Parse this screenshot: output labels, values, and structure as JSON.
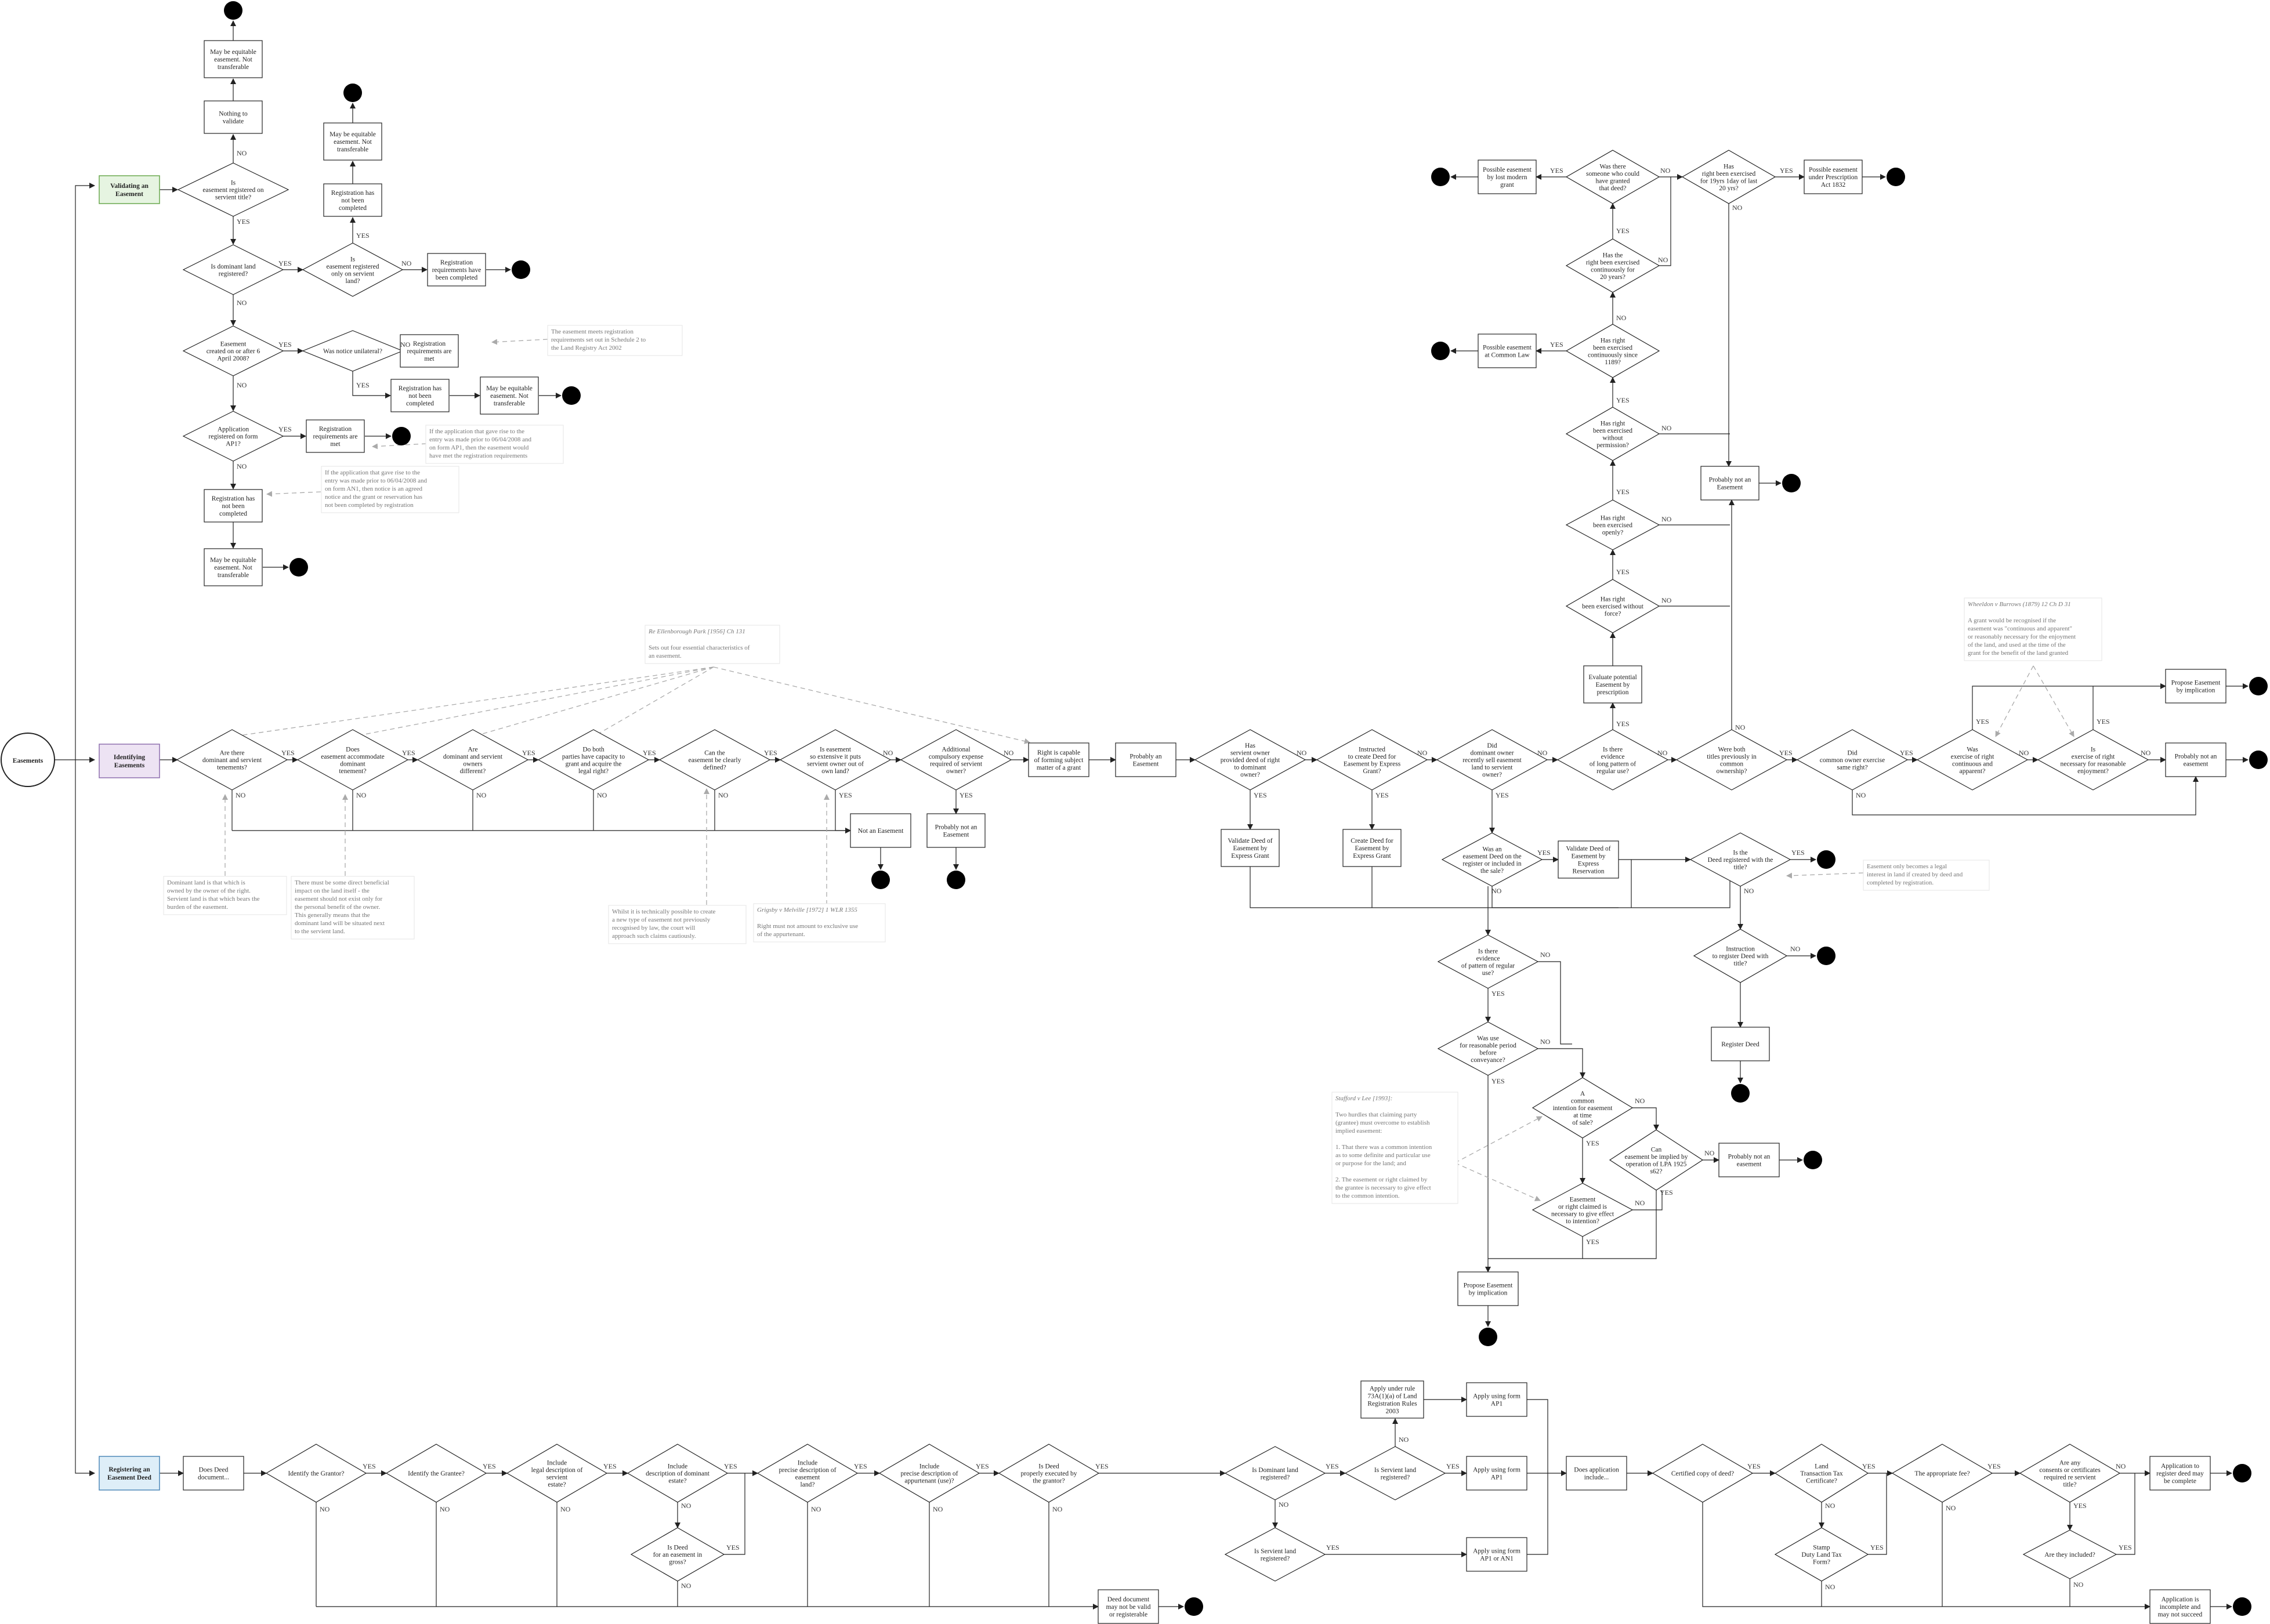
{
  "colors": {
    "stroke": "#222222",
    "validating_fill": "#e6f4e1",
    "validating_stroke": "#6aa84f",
    "identifying_fill": "#ede3f3",
    "identifying_stroke": "#8e6fae",
    "registering_fill": "#deeef8",
    "registering_stroke": "#4f89b8",
    "note_text": "#777777",
    "dashed": "#aaaaaa"
  },
  "root": {
    "label": "Easements"
  },
  "sections": {
    "validating": {
      "label": [
        "Validating an",
        "Easement"
      ]
    },
    "identifying": {
      "label": [
        "Identifying",
        "Easements"
      ]
    },
    "registering": {
      "label": [
        "Registering an",
        "Easement Deed"
      ]
    }
  },
  "validating_nodes": {
    "v_q_registered": [
      "Is",
      "easement registered on",
      "servient title?"
    ],
    "v_nothing_validate": [
      "Nothing to",
      "validate"
    ],
    "v_equitable_top": [
      "May be equitable",
      "easement. Not",
      "transferable"
    ],
    "v_q_dominant": [
      "Is dominant land",
      "registered?"
    ],
    "v_q_servient_only": [
      "Is",
      "easement registered",
      "only on servient",
      "land?"
    ],
    "v_reg_not_completed_a": [
      "Registration has",
      "not been",
      "completed"
    ],
    "v_equitable_b": [
      "May be equitable",
      "easement. Not",
      "transferable"
    ],
    "v_reg_completed": [
      "Registration",
      "requirements have",
      "been completed"
    ],
    "v_q_april2008": [
      "Easement",
      "created on or after 6",
      "April 2008?"
    ],
    "v_q_notice": [
      "Was notice unilateral?"
    ],
    "v_reg_met_a": [
      "Registration",
      "requirements are",
      "met"
    ],
    "v_reg_not_completed_b": [
      "Registration has",
      "not been",
      "completed"
    ],
    "v_equitable_c": [
      "May be equitable",
      "easement. Not",
      "transferable"
    ],
    "v_q_formAP1": [
      "Application",
      "registered on form",
      "AP1?"
    ],
    "v_reg_met_b": [
      "Registration",
      "requirements are",
      "met"
    ],
    "v_reg_not_completed_c": [
      "Registration has",
      "not been",
      "completed"
    ],
    "v_equitable_d": [
      "May be equitable",
      "easement. Not",
      "transferable"
    ]
  },
  "identifying_nodes": {
    "i_q_tenements": [
      "Are there",
      "dominant and servient",
      "tenements?"
    ],
    "i_q_accommodate": [
      "Does",
      "easement accommodate",
      "dominant",
      "tenement?"
    ],
    "i_q_owners": [
      "Are",
      "dominant and servient",
      "owners",
      "different?"
    ],
    "i_q_capacity": [
      "Do both",
      "parties have capacity to",
      "grant and acquire the",
      "legal right?"
    ],
    "i_q_defined": [
      "Can the",
      "easement be clearly",
      "defined?"
    ],
    "i_q_exclusive": [
      "Is easement",
      "so extensive it puts",
      "servient owner out of",
      "own land?"
    ],
    "i_q_expense": [
      "Additional",
      "compulsory expense",
      "required of  servient",
      "owner?"
    ],
    "i_right_capable": [
      "Right is capable",
      "of forming subject",
      "matter of a grant"
    ],
    "i_probably": [
      "Probably an",
      "Easement"
    ],
    "i_not_easement": [
      "Not an Easement"
    ],
    "i_probably_not": [
      "Probably not an",
      "Easement"
    ],
    "i_q_deed_granted": [
      "Has",
      "servient owner",
      "provided deed of right",
      "to dominant",
      "owner?"
    ],
    "i_q_instructed": [
      "Instructed",
      "to create Deed for",
      "Easement by Express",
      "Grant?"
    ],
    "i_q_sold": [
      "Did",
      "dominant owner",
      "recently sell easement",
      "land to servient",
      "owner?"
    ],
    "i_q_pattern": [
      "Is there",
      "evidence",
      "of  long pattern of",
      "regular use?"
    ],
    "i_q_common_ownership": [
      "Were both",
      "titles previously in",
      "common",
      "ownership?"
    ],
    "i_q_same_right": [
      "Did",
      "common owner exercise",
      "same right?"
    ],
    "i_q_continuous": [
      "Was",
      "exercise of right",
      "continuous and",
      "apparent?"
    ],
    "i_q_reasonable": [
      "Is",
      "exercise of right",
      "necessary for reasonable",
      "enjoyment?"
    ],
    "i_propose_implication_r": [
      "Propose Easement",
      "by implication"
    ],
    "i_probably_not_r": [
      "Probably not an",
      "easement"
    ],
    "i_validate_express": [
      "Validate Deed of",
      "Easement by",
      "Express Grant"
    ],
    "i_create_express": [
      "Create Deed for",
      "Easement by",
      "Express Grant"
    ],
    "i_evaluate_prescription": [
      "Evaluate potential",
      "Easement by",
      "prescription"
    ],
    "i_q_without_force": [
      "Has right",
      "been exercised without",
      "force?"
    ],
    "i_q_openly": [
      "Has right",
      "been exercised",
      "openly?"
    ],
    "i_q_without_permission": [
      "Has right",
      "been exercised",
      "without",
      "permission?"
    ],
    "i_q_since1189": [
      "Has right",
      "been exercised",
      "continuously since",
      "1189?"
    ],
    "i_q_20years": [
      "Has the",
      "right been exercised",
      "continuously for",
      "20 years?"
    ],
    "i_q_someone": [
      "Was there",
      "someone who could",
      "have granted",
      "that deed?"
    ],
    "i_q_19yrs": [
      "Has",
      "right been exercised",
      "for 19yrs 1day of last",
      "20 yrs?"
    ],
    "i_lost_grant": [
      "Possible easement",
      "by lost modern",
      "grant"
    ],
    "i_common_law": [
      "Possible easement",
      "at Common Law"
    ],
    "i_prescription_act": [
      "Possible easement",
      "under Prescription",
      "Act 1832"
    ],
    "i_probably_not_mid": [
      "Probably not an",
      "Easement"
    ],
    "i_q_deed_on_register": [
      "Was an",
      "easement Deed on the",
      "register or included in",
      "the sale?"
    ],
    "i_validate_reservation": [
      "Validate Deed of",
      "Easement by",
      "Express",
      "Reservation"
    ],
    "i_q_deed_registered": [
      "Is the",
      "Deed registered with the",
      "title?"
    ],
    "i_q_instruction_register": [
      "Instruction",
      "to register Deed with",
      "title?"
    ],
    "i_register_deed": [
      "Register Deed"
    ],
    "i_q_pattern2": [
      "Is there",
      "evidence",
      "of pattern of regular",
      "use?"
    ],
    "i_q_reasonable_period": [
      "Was use",
      "for reasonable period",
      "before",
      "conveyance?"
    ],
    "i_q_common_intention": [
      "A",
      "common",
      "intention for easement",
      "at time",
      "of sale?"
    ],
    "i_q_lpa62": [
      "Can",
      "easement be implied by",
      "operation of LPA 1925",
      "s62?"
    ],
    "i_probably_not_low": [
      "Probably not an",
      "easement"
    ],
    "i_q_necessary_intention": [
      "Easement",
      "or right claimed is",
      "necessary to give effect",
      "to intention?"
    ],
    "i_propose_implication_low": [
      "Propose Easement",
      "by implication"
    ]
  },
  "registering_nodes": {
    "r_deed_document": [
      "Does Deed",
      "document..."
    ],
    "r_q_grantor": [
      "Identify the Grantor?"
    ],
    "r_q_grantee": [
      "Identify the Grantee?"
    ],
    "r_q_servient_desc": [
      "Include",
      "legal description of",
      "servient",
      "estate?"
    ],
    "r_q_dominant_desc": [
      "Include",
      "description of dominant",
      "estate?"
    ],
    "r_q_gross": [
      "Is Deed",
      "for an easement in",
      "gross?"
    ],
    "r_q_precise_land": [
      "Include",
      "precise description of",
      "easement",
      "land?"
    ],
    "r_q_appurtenant": [
      "Include",
      "precise description of",
      "appurtenant (use)?"
    ],
    "r_q_executed": [
      "Is Deed",
      "properly executed by",
      "the grantor?"
    ],
    "r_not_valid": [
      "Deed document",
      "may not be valid",
      "or registerable"
    ],
    "r_q_dominant_reg": [
      "Is Dominant land",
      "registered?"
    ],
    "r_q_servient_reg": [
      "Is Servient land",
      "registered?"
    ],
    "r_q_servient_reg2": [
      "Is Servient land",
      "registered?"
    ],
    "r_apply_rule": [
      "Apply under rule",
      "73A(1)(a) of Land",
      "Registration Rules",
      "2003"
    ],
    "r_apply_ap1_a": [
      "Apply using form",
      "AP1"
    ],
    "r_apply_ap1_b": [
      "Apply using form",
      "AP1"
    ],
    "r_apply_ap1_an1": [
      "Apply using form",
      "AP1 or AN1"
    ],
    "r_application_include": [
      "Does application",
      "include..."
    ],
    "r_q_certified": [
      "Certified copy of deed?"
    ],
    "r_q_ltt": [
      "Land",
      "Transaction Tax",
      "Certificate?"
    ],
    "r_q_sdlt": [
      "Stamp",
      "Duty Land Tax",
      "Form?"
    ],
    "r_q_fee": [
      "The appropriate fee?"
    ],
    "r_q_consents": [
      "Are any",
      "consents or certificates",
      "required re servient",
      "title?"
    ],
    "r_q_included": [
      "Are they included?"
    ],
    "r_complete": [
      "Application to",
      "register deed may",
      "be complete"
    ],
    "r_incomplete": [
      "Application is",
      "incomplete and",
      "may not succeed"
    ]
  },
  "notes": {
    "note_schedule2": {
      "lines": [
        "The   easement   meets   registration",
        "requirements set out in Schedule 2 to",
        "the Land Registry Act 2002"
      ]
    },
    "note_ap1": {
      "lines": [
        "If the application that gave rise to the",
        "entry was made prior to 06/04/2008 and",
        "on form AP1, then the easement would",
        "have met the registration requirements"
      ]
    },
    "note_an1": {
      "lines": [
        "If the application that gave rise to the",
        "entry was made prior to 06/04/2008 and",
        "on form AN1, then notice is an agreed",
        "notice and the grant or reservation has",
        "not been completed by registration"
      ]
    },
    "note_ellenborough": {
      "title": "Re Ellenborough Park [1956] Ch 131",
      "lines": [
        "Sets out four essential characteristics of",
        "an easement."
      ]
    },
    "note_dominant": {
      "lines": [
        "Dominant  land  is  that  which  is",
        "owned  by  the  owner  of  the  right.",
        "Servient land is that which bears the",
        "burden of the easement."
      ]
    },
    "note_beneficial": {
      "lines": [
        "There must be some direct beneficial",
        "impact  on  the  land  itself  -  the",
        "easement  should  not  exist  only  for",
        "the  personal  benefit  of  the  owner.",
        "This  generally  means  that  the",
        "dominant land will be situated next",
        "to the servient land."
      ]
    },
    "note_new_type": {
      "lines": [
        "Whilst it is technically possible to create",
        "a  new  type  of  easement  not  previously",
        "recognised  by  law,  the  court  will",
        "approach such claims cautiously."
      ]
    },
    "note_grigsby": {
      "title": "Grigsby v Melville [1972] 1 WLR 1355",
      "lines": [
        "Right must not amount to exclusive use",
        "of the appurtenant."
      ]
    },
    "note_wheeldon": {
      "title": "Wheeldon v Burrows (1879) 12 Ch D 31",
      "lines": [
        "A  grant  would  be  recognised  if  the",
        "easement was \"continuous and apparent\"",
        "or reasonably necessary for the enjoyment",
        "of the land, and used at the time of the",
        "grant for the benefit of the land granted"
      ]
    },
    "note_legal_interest": {
      "lines": [
        "Easement  only  becomes  a  legal",
        "interest in land if created by deed and",
        "completed by registration."
      ]
    },
    "note_stafford": {
      "title": "Stafford v Lee [1993]:",
      "lines": [
        "Two  hurdles  that  claiming  party",
        "(grantee)  must  overcome  to  establish",
        "implied easement:",
        "",
        "1. That there was a common intention",
        "as to some definite and particular use",
        "or purpose for the land; and",
        "",
        "2.  The  easement  or  right  claimed  by",
        "the grantee is necessary to give effect",
        "to the common intention."
      ]
    }
  },
  "edge_labels": {
    "yes": "YES",
    "no": "NO"
  }
}
